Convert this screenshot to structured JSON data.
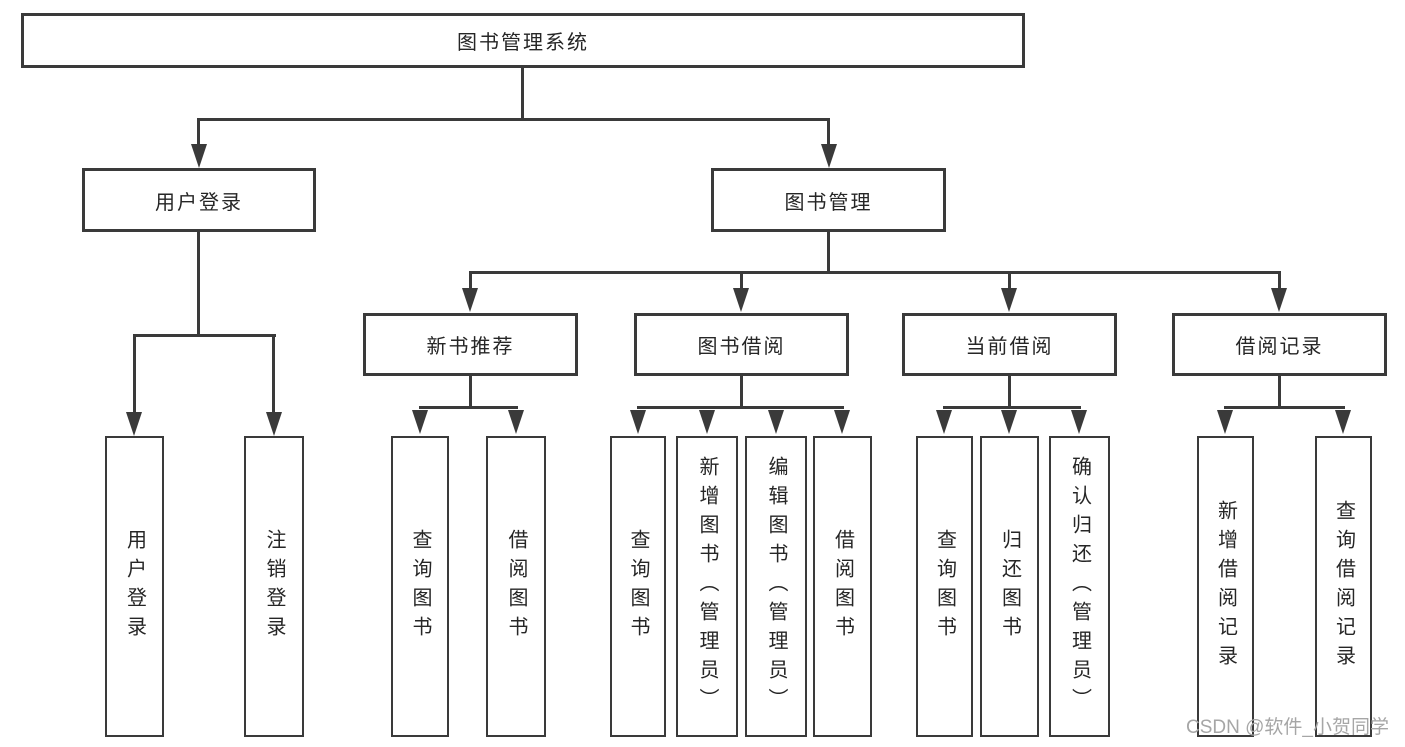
{
  "diagram": {
    "root": {
      "label": "图书管理系统"
    },
    "level2": [
      {
        "label": "用户登录"
      },
      {
        "label": "图书管理"
      }
    ],
    "level3": [
      {
        "label": "新书推荐"
      },
      {
        "label": "图书借阅"
      },
      {
        "label": "当前借阅"
      },
      {
        "label": "借阅记录"
      }
    ],
    "leaves": [
      {
        "label": "用户登录"
      },
      {
        "label": "注销登录"
      },
      {
        "label": "查询图书"
      },
      {
        "label": "借阅图书"
      },
      {
        "label": "查询图书"
      },
      {
        "label": "新增图书（管理员）"
      },
      {
        "label": "编辑图书（管理员）"
      },
      {
        "label": "借阅图书"
      },
      {
        "label": "查询图书"
      },
      {
        "label": "归还图书"
      },
      {
        "label": "确认归还（管理员）"
      },
      {
        "label": "新增借阅记录"
      },
      {
        "label": "查询借阅记录"
      }
    ],
    "colors": {
      "line": "#3a3a3a",
      "box_border": "#3a3a3a",
      "text": "#262626",
      "background": "#ffffff",
      "watermark": "#a6a6a6"
    }
  },
  "watermark": {
    "text": "CSDN @软件_小贺同学"
  }
}
